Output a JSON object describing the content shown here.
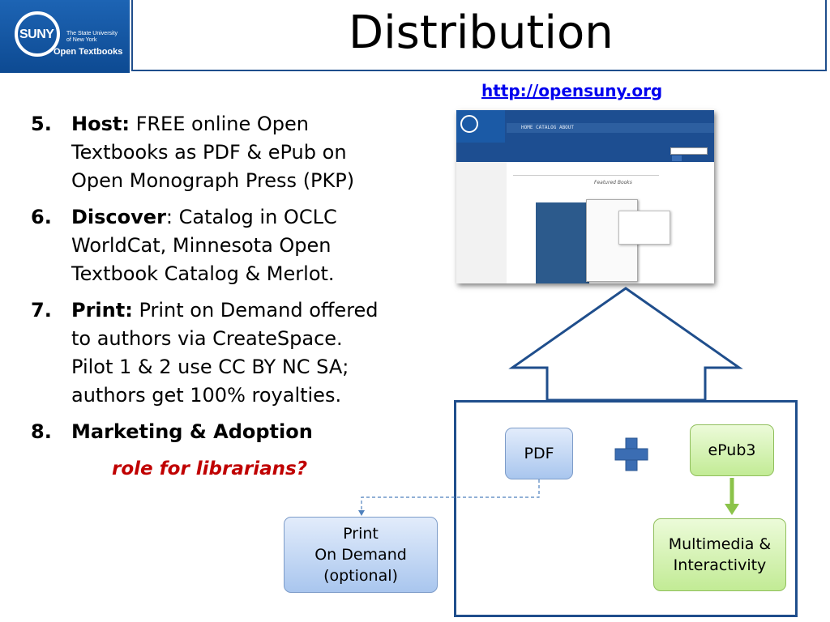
{
  "logo": {
    "word": "SUNY",
    "sub_line1": "The State University",
    "sub_line2": "of New York",
    "open_textbooks": "Open Textbooks"
  },
  "title": "Distribution",
  "url": "http://opensuny.org",
  "items": [
    {
      "num": "5.",
      "label": "Host:",
      "text": " FREE online Open Textbooks as PDF & ePub on Open Monograph Press (PKP)"
    },
    {
      "num": "6.",
      "label": "Discover",
      "text": ": Catalog in OCLC WorldCat, Minnesota Open Textbook Catalog & Merlot."
    },
    {
      "num": "7.",
      "label": "Print:",
      "text": " Print on Demand offered to authors via CreateSpace. Pilot 1 & 2 use CC BY NC SA; authors get 100% royalties."
    },
    {
      "num": "8.",
      "label": "Marketing & Adoption",
      "text": ""
    }
  ],
  "role_note": "role for librarians?",
  "screenshot": {
    "nav": "HOME    CATALOG    ABOUT",
    "featured": "Featured Books"
  },
  "diagram": {
    "pdf": "PDF",
    "epub": "ePub3",
    "print_line1": "Print",
    "print_line2": "On Demand",
    "print_line3": "(optional)",
    "mm_line1": "Multimedia  &",
    "mm_line2": "Interactivity"
  },
  "colors": {
    "brand_blue": "#1f4e8c",
    "note_red": "#c00000",
    "plus_blue": "#3b6db3",
    "arrow_green": "#8bc34a"
  }
}
